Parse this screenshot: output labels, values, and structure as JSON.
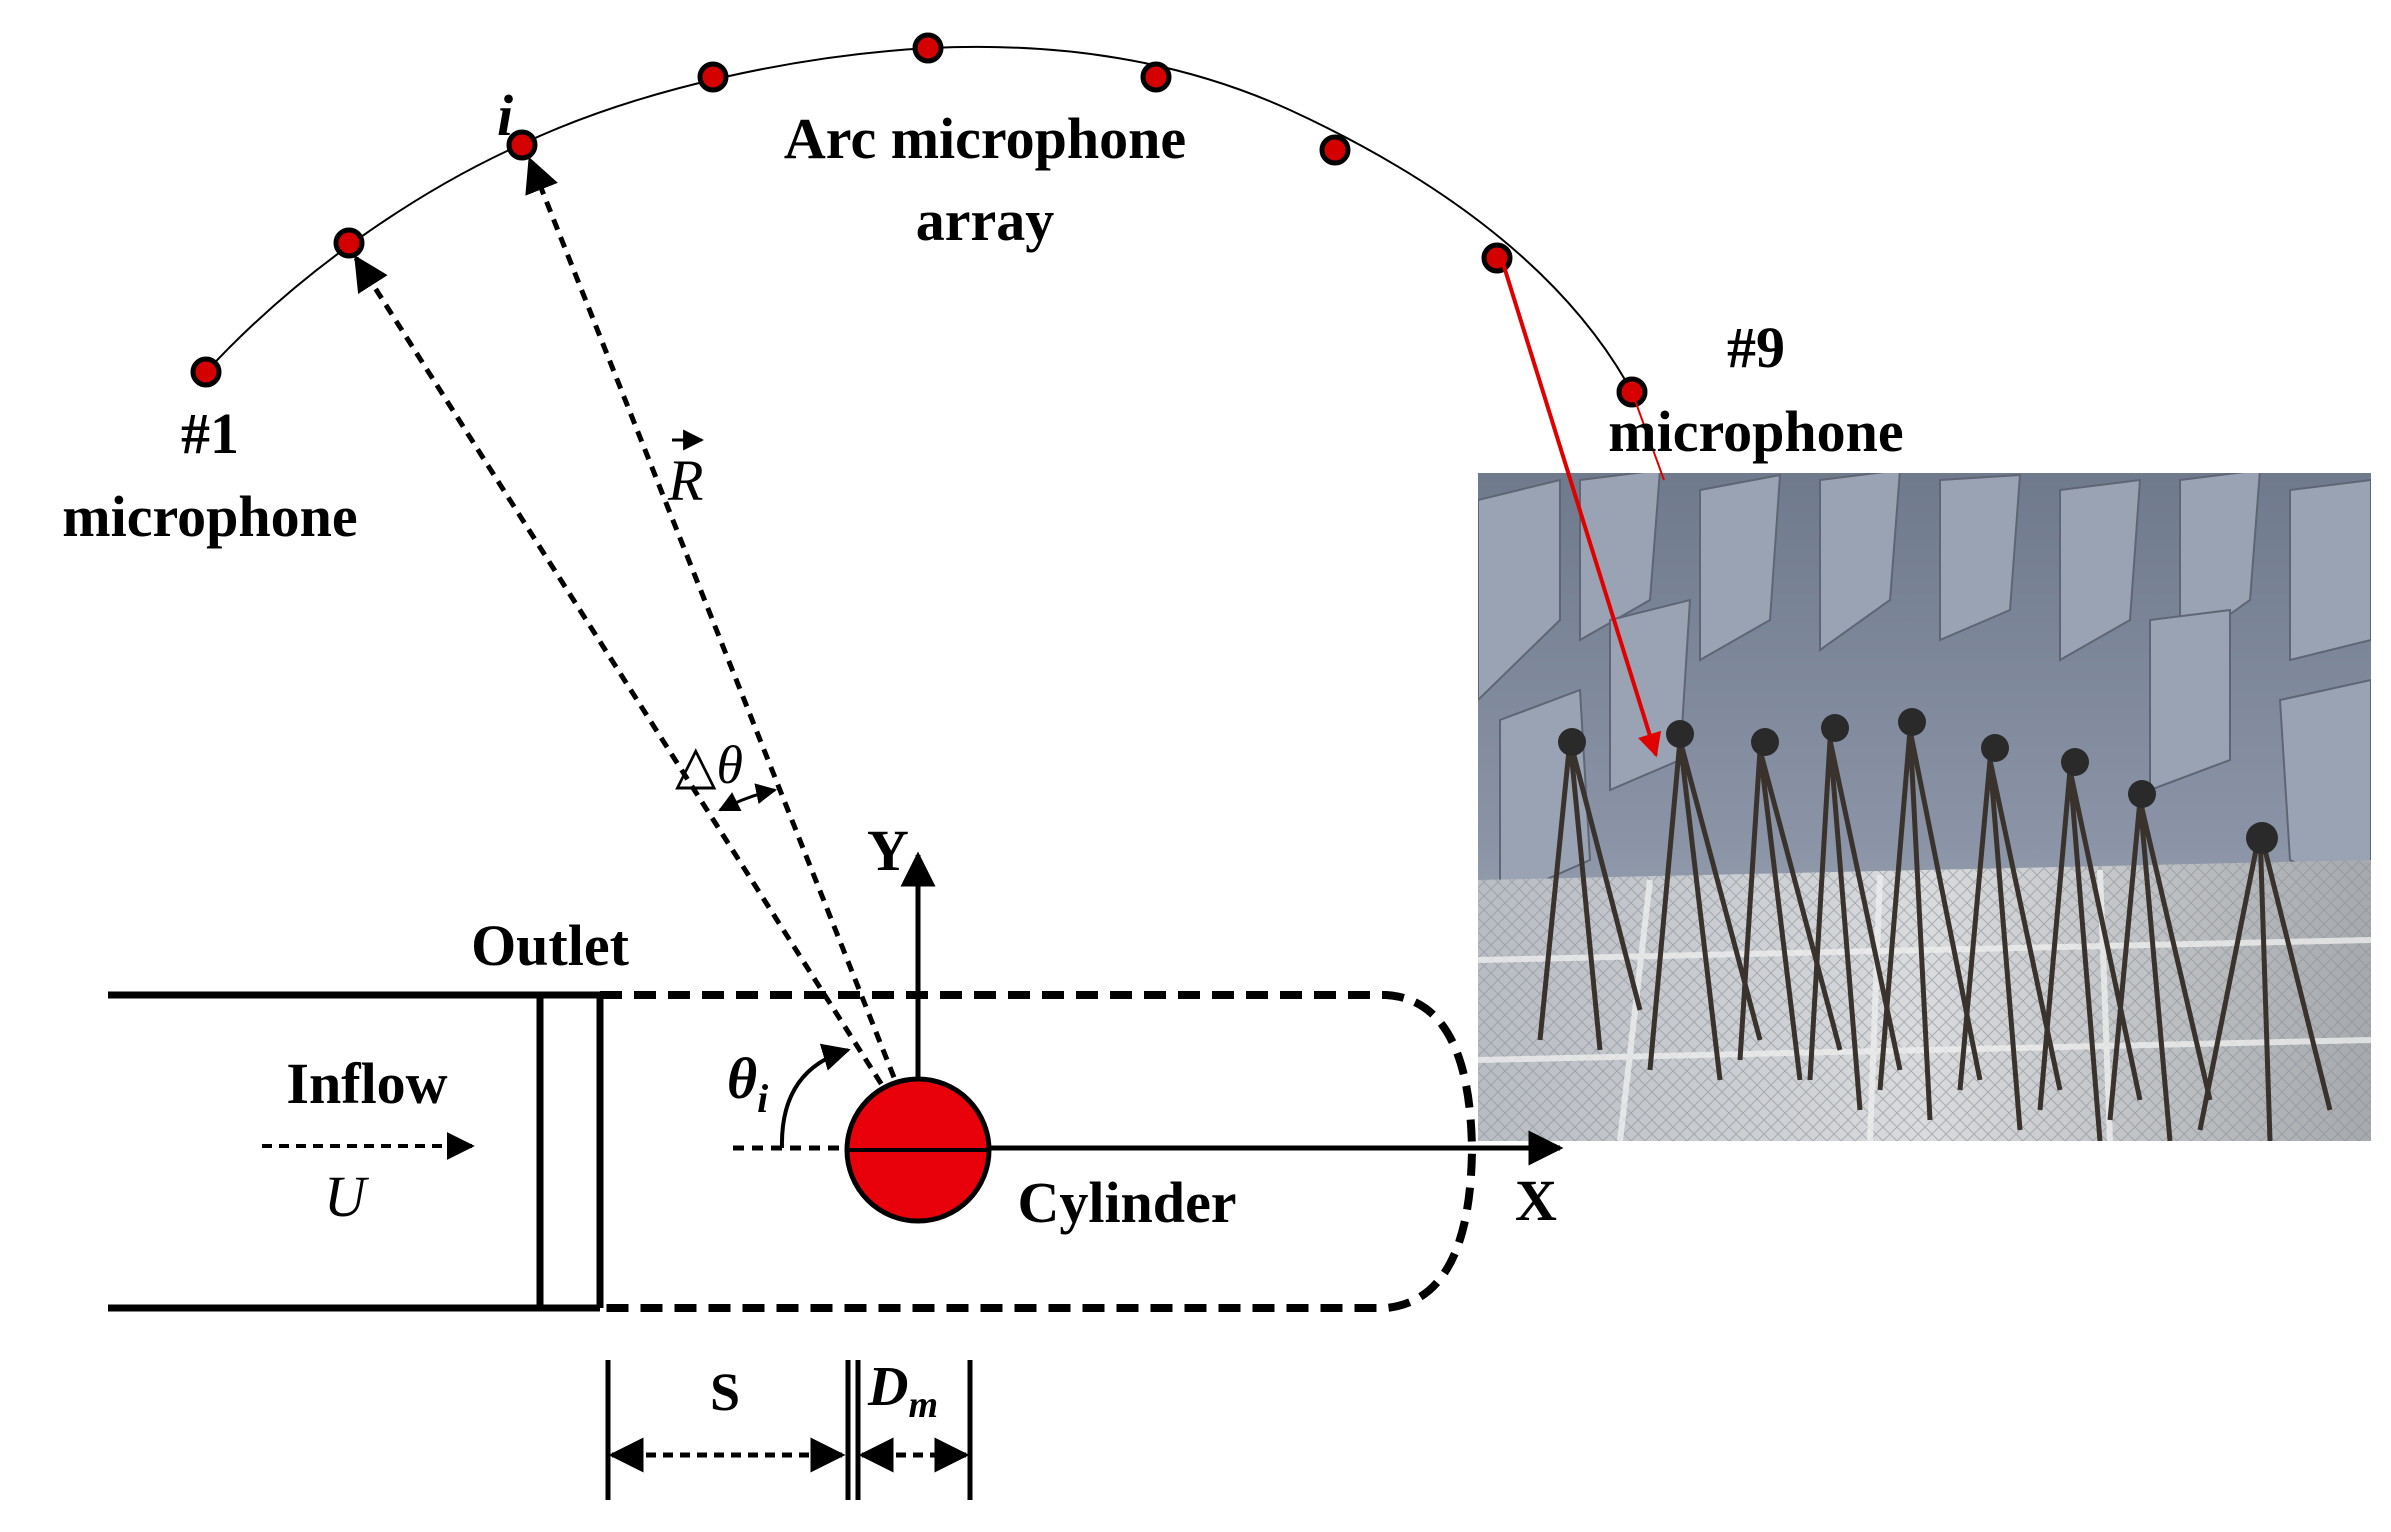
{
  "labels": {
    "arc_title_line1": "Arc microphone",
    "arc_title_line2": "array",
    "mic1_number": "#1",
    "mic1_word": "microphone",
    "mic9_number": "#9",
    "mic9_word": "microphone",
    "mic_i": "i",
    "r_vector": "R",
    "delta_theta": "△θ",
    "y_axis": "Y",
    "x_axis": "X",
    "outlet": "Outlet",
    "inflow": "Inflow",
    "u_velocity": "U",
    "theta_i_main": "θ",
    "theta_i_sub": "i",
    "cylinder": "Cylinder",
    "spacing_s": "S",
    "diameter_main": "D",
    "diameter_sub": "m"
  },
  "colors": {
    "microphone_fill": "#d40000",
    "cylinder_fill": "#e8000b",
    "pointer_arrow": "#e00000",
    "line": "#000000"
  },
  "photo": {
    "description_icon": "anechoic-chamber-photo"
  }
}
